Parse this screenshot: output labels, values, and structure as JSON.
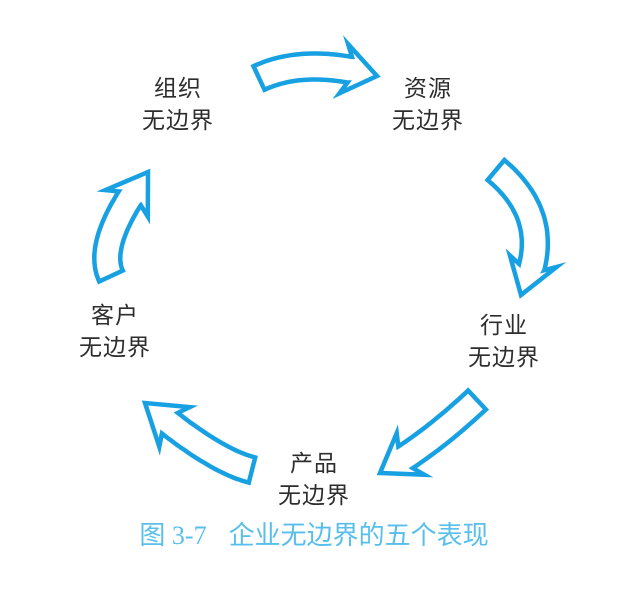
{
  "figure_diagram": {
    "type": "cycle-diagram",
    "nodes": [
      {
        "id": "organization",
        "label_line1": "组织",
        "label_line2": "无边界"
      },
      {
        "id": "resource",
        "label_line1": "资源",
        "label_line2": "无边界"
      },
      {
        "id": "industry",
        "label_line1": "行业",
        "label_line2": "无边界"
      },
      {
        "id": "product",
        "label_line1": "产品",
        "label_line2": "无边界"
      },
      {
        "id": "customer",
        "label_line1": "客户",
        "label_line2": "无边界"
      }
    ],
    "arrows": [
      "organization-to-resource",
      "resource-to-industry",
      "industry-to-product",
      "product-to-customer",
      "customer-to-organization"
    ],
    "caption": {
      "figure_label": "图 3-7",
      "title": "企业无边界的五个表现"
    },
    "colors": {
      "arrow_stroke": "#18a1e2",
      "caption_text": "#58bfec",
      "node_text": "#2d2d2d",
      "background": "#ffffff"
    }
  }
}
